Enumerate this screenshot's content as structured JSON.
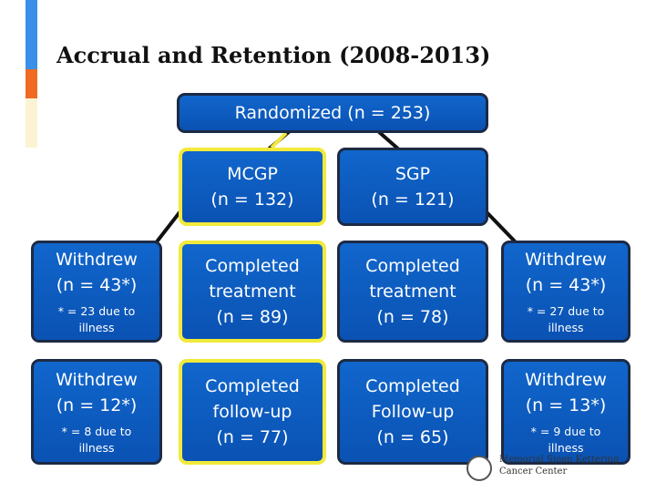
{
  "title": "Accrual and Retention (2008-2013)",
  "colors": {
    "box_fill": "#0a52b3",
    "highlight_border": "#f1ea3a",
    "dark_border": "#1c2a44",
    "accent_blue": "#3a8fe8",
    "accent_orange": "#ef6a23",
    "accent_cream": "#fbf3d2"
  },
  "randomized": {
    "text": "Randomized (n = 253)"
  },
  "arms": [
    {
      "name": "MCGP",
      "n": "(n = 132)"
    },
    {
      "name": "SGP",
      "n": "(n = 121)"
    }
  ],
  "completed_treatment": [
    {
      "l1": "Completed",
      "l2": "treatment",
      "n": "(n = 89)"
    },
    {
      "l1": "Completed",
      "l2": "treatment",
      "n": "(n = 78)"
    }
  ],
  "completed_followup": [
    {
      "l1": "Completed",
      "l2": "follow-up",
      "n": "(n = 77)"
    },
    {
      "l1": "Completed",
      "l2": "Follow-up",
      "n": "(n = 65)"
    }
  ],
  "withdrew_treatment": [
    {
      "label": "Withdrew",
      "n": "(n = 43*)",
      "note_l1": "* = 23 due to",
      "note_l2": "illness"
    },
    {
      "label": "Withdrew",
      "n": "(n = 43*)",
      "note_l1": "* = 27 due to",
      "note_l2": "illness"
    }
  ],
  "withdrew_followup": [
    {
      "label": "Withdrew",
      "n": "(n = 12*)",
      "note_l1": "* = 8 due to",
      "note_l2": "illness"
    },
    {
      "label": "Withdrew",
      "n": "(n = 13*)",
      "note_l1": "* = 9 due to",
      "note_l2": "illness"
    }
  ],
  "logo": {
    "line1": "Memorial Sloan Kettering",
    "line2": "Cancer Center"
  }
}
